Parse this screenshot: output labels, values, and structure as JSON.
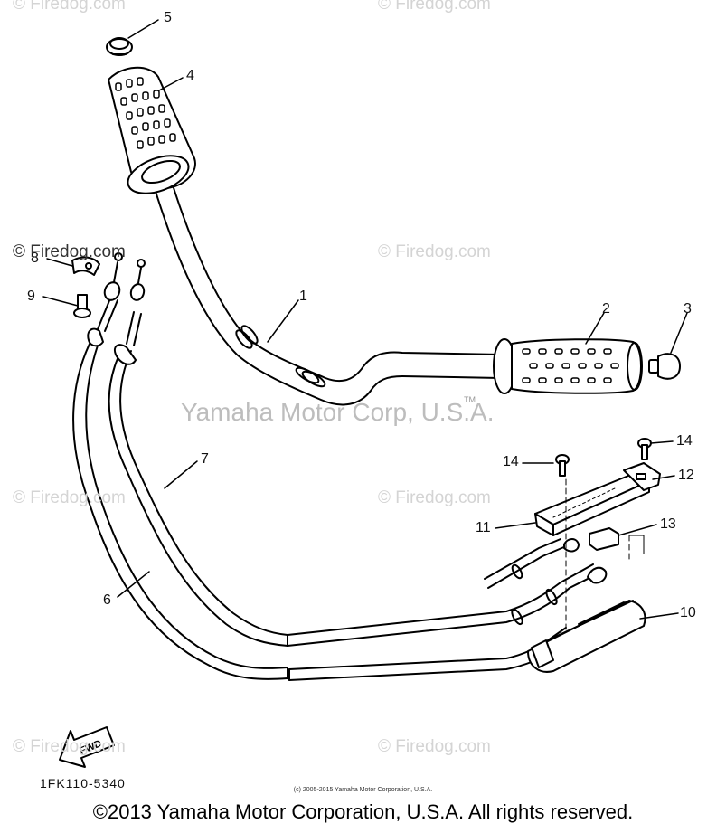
{
  "watermarks": {
    "site_top_left": "© Firedog.com",
    "site_top_right": "© Firedog.com",
    "site_left_mid": "© Firedog.com",
    "site_right_mid": "© Firedog.com",
    "site_left_low": "© Firedog.com",
    "site_right_low": "© Firedog.com",
    "site_left_bottom": "© Firedog.com",
    "site_right_bottom": "© Firedog.com",
    "corp": "Yamaha Motor Corp, U.S.A.",
    "tm": "TM"
  },
  "callouts": {
    "c1": "1",
    "c2": "2",
    "c3": "3",
    "c4": "4",
    "c5": "5",
    "c6": "6",
    "c7": "7",
    "c8": "8",
    "c9": "9",
    "c10": "10",
    "c11": "11",
    "c12": "12",
    "c13": "13",
    "c14a": "14",
    "c14b": "14"
  },
  "fwd_label": "FWD",
  "part_code": "1FK110-5340",
  "small_copyright": "(c) 2005-2015 Yamaha Motor Corporation, U.S.A.",
  "copyright": "©2013 Yamaha Motor Corporation, U.S.A. All rights reserved.",
  "colors": {
    "ink": "#000000",
    "watermark": "#d4d4d4"
  }
}
